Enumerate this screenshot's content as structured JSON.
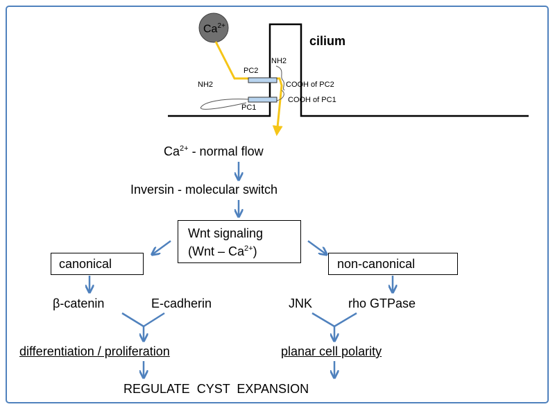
{
  "ion": "Ca",
  "ion_charge": "2+",
  "cilium_label": "cilium",
  "pc2_label": "PC2",
  "pc1_label": "PC1",
  "nh2_left_label": "NH2",
  "nh2_right_label": "NH2",
  "cooh_pc2_label": "COOH of PC2",
  "cooh_pc1_label": "COOH of PC1",
  "flow_text": " - normal flow",
  "inversin_text": "Inversin - molecular switch",
  "wnt_line1": "Wnt signaling",
  "wnt_line2_prefix": "(Wnt – Ca",
  "wnt_line2_suffix": ")",
  "canonical_label": "canonical",
  "noncanonical_label": "non-canonical",
  "beta_catenin": "β-catenin",
  "e_cadherin": "E-cadherin",
  "jnk": "JNK",
  "rho_gtpase": "rho GTPase",
  "diff_prolif": "differentiation / proliferation",
  "planar": "planar cell polarity",
  "regulate": "REGULATE  CYST  EXPANSION",
  "colors": {
    "frame": "#4f81bd",
    "arrow": "#4f81bd",
    "calcium_path": "#f5c518",
    "ca_circle": "#707070",
    "channel": "#b8d4ef"
  }
}
